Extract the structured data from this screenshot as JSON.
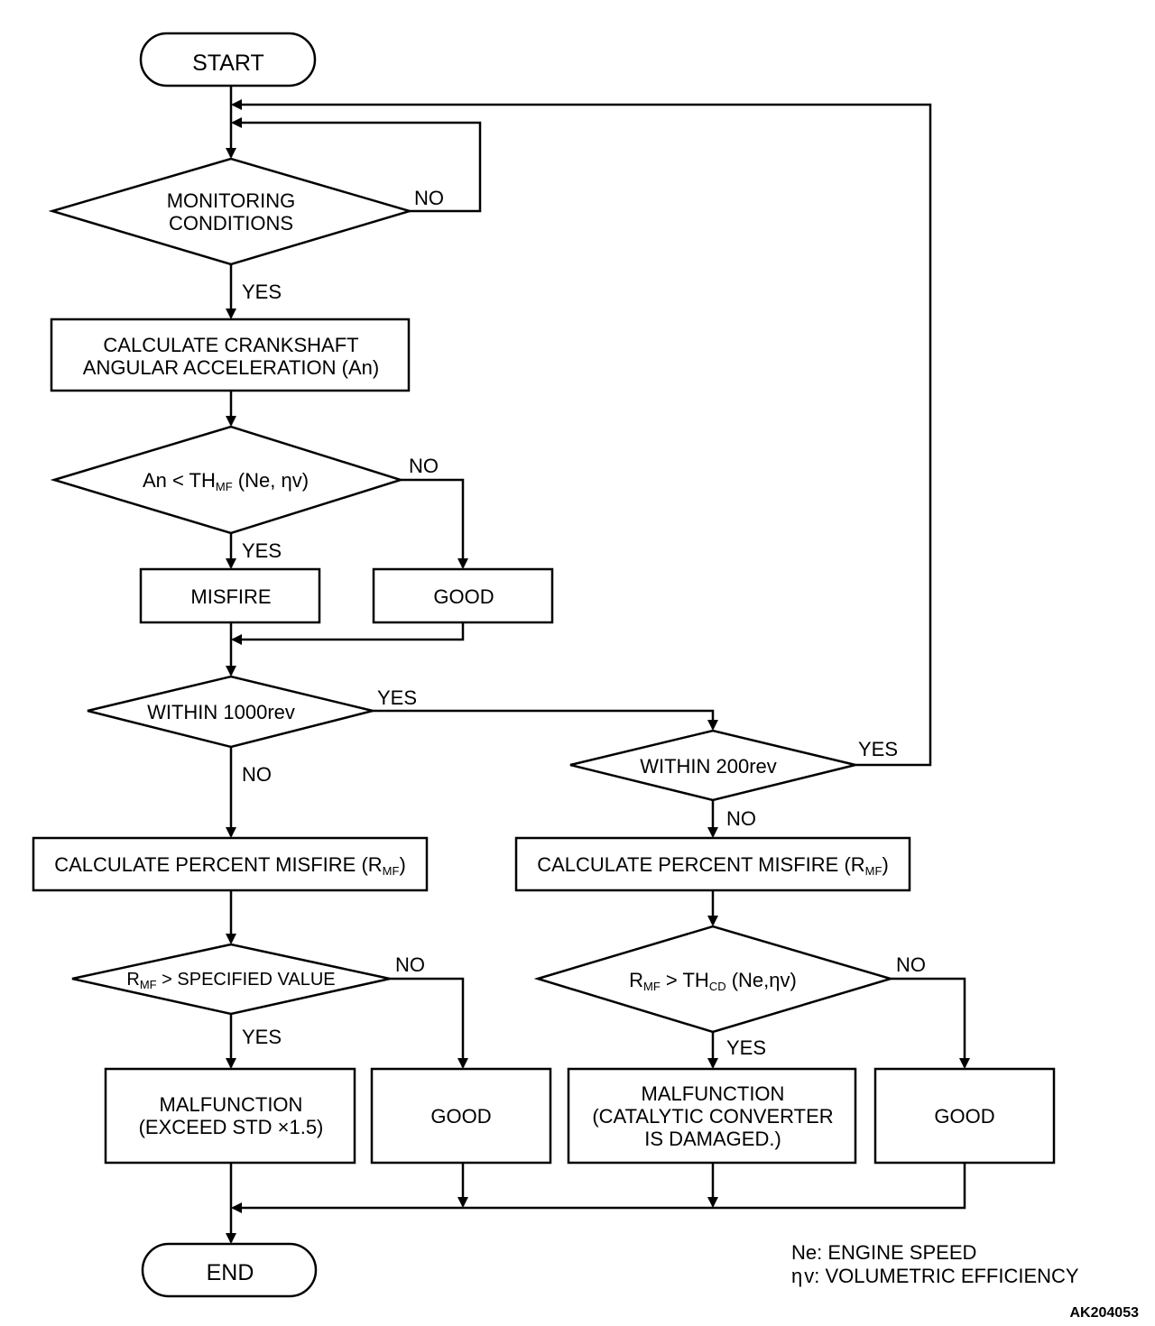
{
  "diagram": {
    "start": "START",
    "end": "END",
    "monitoring": {
      "line1": "MONITORING",
      "line2": "CONDITIONS",
      "no": "NO",
      "yes": "YES"
    },
    "calc_accel": {
      "line1": "CALCULATE CRANKSHAFT",
      "line2": "ANGULAR ACCELERATION (An)"
    },
    "accel_check": {
      "pre": "An < TH",
      "sub": "MF",
      "post": " (Ne, ",
      "eta": "η",
      "post2": "v)",
      "no": "NO",
      "yes": "YES"
    },
    "misfire": "MISFIRE",
    "good1": "GOOD",
    "within1000": {
      "text": "WITHIN 1000rev",
      "yes": "YES",
      "no": "NO"
    },
    "within200": {
      "text": "WITHIN 200rev",
      "yes": "YES",
      "no": "NO"
    },
    "calc_pct_left": {
      "pre": "CALCULATE PERCENT MISFIRE (R",
      "sub": "MF",
      "post": ")"
    },
    "calc_pct_right": {
      "pre": "CALCULATE PERCENT MISFIRE (R",
      "sub": "MF",
      "post": ")"
    },
    "spec_check": {
      "pre": "R",
      "sub": "MF",
      "post": " > SPECIFIED VALUE",
      "no": "NO",
      "yes": "YES"
    },
    "cd_check": {
      "pre": "R",
      "sub": "MF",
      "mid": " > TH",
      "sub2": "CD",
      "post": " (Ne,",
      "eta": "η",
      "post2": "v)",
      "no": "NO",
      "yes": "YES"
    },
    "malf_left": {
      "line1": "MALFUNCTION",
      "line2": "(EXCEED STD  ×1.5)"
    },
    "good_left": "GOOD",
    "malf_right": {
      "line1": "MALFUNCTION",
      "line2": "(CATALYTIC CONVERTER",
      "line3": "IS DAMAGED.)"
    },
    "good_right": "GOOD"
  },
  "legend": {
    "ne": "Ne: ENGINE SPEED",
    "eta_symbol": "η",
    "eta_text": "v: VOLUMETRIC EFFICIENCY"
  },
  "figure_code": "AK204053"
}
